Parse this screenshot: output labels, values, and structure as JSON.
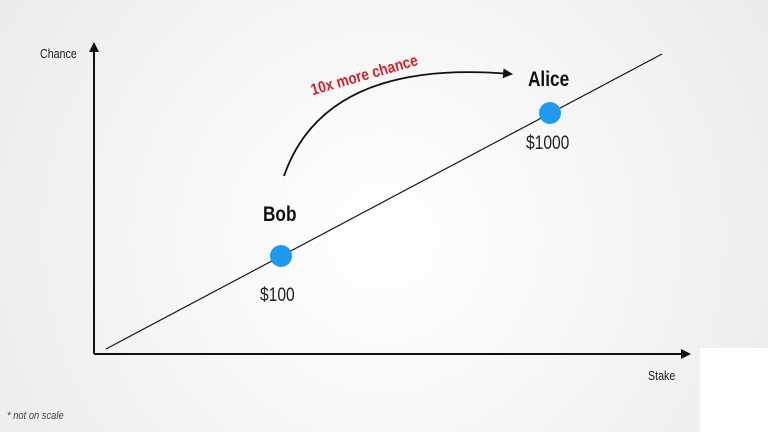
{
  "axes": {
    "y_label": "Chance",
    "x_label": "Stake"
  },
  "points": [
    {
      "name": "Bob",
      "value": "$100",
      "stake": 100
    },
    {
      "name": "Alice",
      "value": "$1000",
      "stake": 1000
    }
  ],
  "annotation": "10x more chance",
  "footnote": "* not on scale",
  "colors": {
    "point": "#1e9bf0",
    "annotation": "#d3202a",
    "line": "#1a1a1a"
  }
}
